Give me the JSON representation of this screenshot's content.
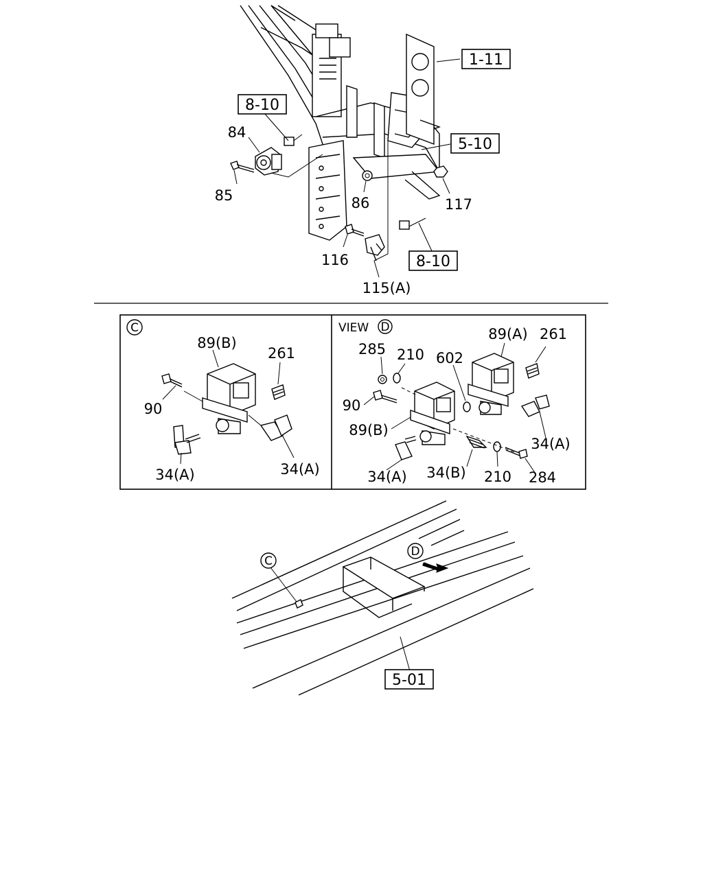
{
  "top": {
    "refs": {
      "r1": "1-11",
      "r2": "8-10",
      "r3": "5-10",
      "r4": "8-10"
    },
    "labels": {
      "p84": "84",
      "p85": "85",
      "p86": "86",
      "p117": "117",
      "p116": "116",
      "p115": "115(A)"
    }
  },
  "panel_c": {
    "marker": "C",
    "labels": {
      "p89b": "89(B)",
      "p261": "261",
      "p90": "90",
      "p34a_left": "34(A)",
      "p34a_right": "34(A)"
    }
  },
  "panel_d": {
    "view_prefix": "VIEW",
    "marker": "D",
    "labels": {
      "p285": "285",
      "p210_top": "210",
      "p602": "602",
      "p89a": "89(A)",
      "p261": "261",
      "p90": "90",
      "p89b": "89(B)",
      "p34a_right": "34(A)",
      "p34a_bottom": "34(A)",
      "p34b": "34(B)",
      "p210_bottom": "210",
      "p284": "284"
    }
  },
  "bottom": {
    "marker_c": "C",
    "marker_d": "D",
    "ref": "5-01"
  }
}
